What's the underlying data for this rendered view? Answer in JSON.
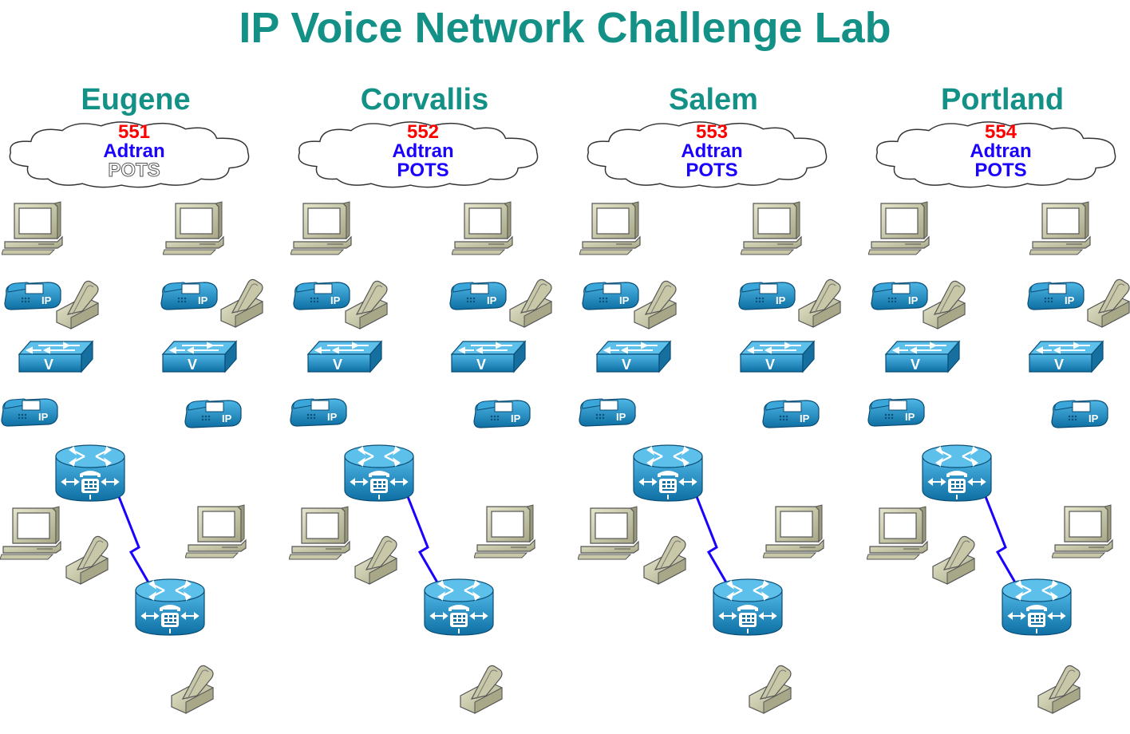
{
  "title": "IP Voice Network Challenge Lab",
  "sites": [
    {
      "name": "Eugene",
      "number": "551",
      "provider": "Adtran",
      "service": "POTS",
      "service_style": "outline"
    },
    {
      "name": "Corvallis",
      "number": "552",
      "provider": "Adtran",
      "service": "POTS",
      "service_style": "solid"
    },
    {
      "name": "Salem",
      "number": "553",
      "provider": "Adtran",
      "service": "POTS",
      "service_style": "solid"
    },
    {
      "name": "Portland",
      "number": "554",
      "provider": "Adtran",
      "service": "POTS",
      "service_style": "solid"
    }
  ],
  "icons": {
    "pc": "pc-icon",
    "ip_phone": "ip-phone-icon",
    "analog_phone": "analog-phone-icon",
    "voice_switch": "voice-switch-icon",
    "voice_router": "voice-router-icon",
    "serial_link": "serial-link-icon"
  },
  "ip_phone_label": "IP",
  "switch_label": "V",
  "colors": {
    "title": "#149187",
    "number": "#ff0000",
    "text": "#1a00ff",
    "device_blue": "#1f8fc6",
    "device_beige": "#c8c8a8",
    "link": "#1a00ff"
  }
}
